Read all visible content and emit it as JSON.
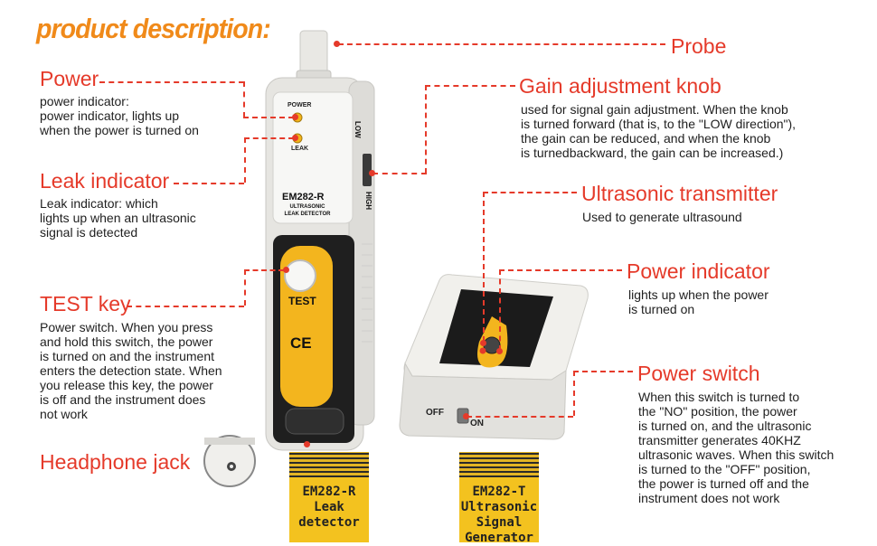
{
  "title": "product description:",
  "labels": {
    "probe": {
      "heading": "Probe"
    },
    "power": {
      "heading": "Power",
      "desc": "power indicator:\npower indicator, lights up\nwhen the power is turned on"
    },
    "leak": {
      "heading": "Leak indicator",
      "desc": "Leak indicator: which\nlights up when an ultrasonic\nsignal is detected"
    },
    "test": {
      "heading": "TEST key",
      "desc": "Power switch. When you press\nand hold this switch, the power\nis turned on and the instrument\nenters the detection state. When\nyou release this key, the power\nis off and the instrument does\nnot work"
    },
    "headphone": {
      "heading": "Headphone jack"
    },
    "gain": {
      "heading": "Gain adjustment knob",
      "desc": "used for signal gain adjustment. When the knob\nis turned forward (that is, to the \"LOW direction\"),\nthe gain can be reduced, and when the knob\nis turnedbackward, the gain can be increased.)"
    },
    "transmitter": {
      "heading": "Ultrasonic transmitter",
      "desc": "Used to generate ultrasound"
    },
    "power_indicator": {
      "heading": "Power indicator",
      "desc": "lights up when the power\nis turned on"
    },
    "power_switch": {
      "heading": "Power switch",
      "desc": "When this switch is turned to\nthe \"NO\" position, the power\nis turned on, and the ultrasonic\ntransmitter generates 40KHZ\nultrasonic waves. When this switch\nis turned to the \"OFF\" position,\nthe power is turned off and the\ninstrument does not work"
    }
  },
  "device_r": {
    "power_led_label": "POWER",
    "leak_led_label": "LEAK",
    "model": "EM282-R",
    "subtitle_1": "ULTRASONIC",
    "subtitle_2": "LEAK DETECTOR",
    "test_label": "TEST",
    "ce_mark": "CE",
    "knob_low": "LOW",
    "knob_high": "HIGH"
  },
  "device_t": {
    "switch_off": "OFF",
    "switch_on": "ON"
  },
  "pedestals": {
    "left": "EM282-R\nLeak\ndetector",
    "right": "EM282-T\nUltrasonic\nSignal\nGenerator"
  },
  "colors": {
    "accent": "#e53a2a",
    "title": "#f08a1a",
    "device_yellow": "#f3b51e"
  }
}
